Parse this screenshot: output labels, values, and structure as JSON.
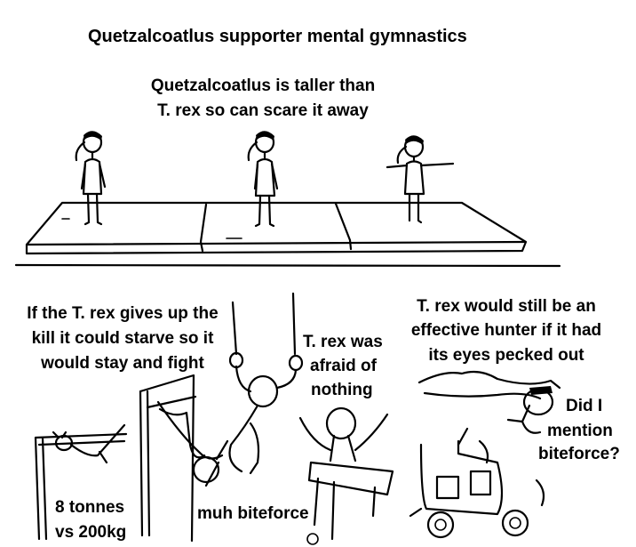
{
  "top_panel": {
    "title": "Quetzalcoatlus supporter mental gymnastics",
    "caption_line1": "Quetzalcoatlus is taller than",
    "caption_line2": "T. rex so can scare it away"
  },
  "bottom_panel": {
    "starve_line1": "If the T. rex gives up the",
    "starve_line2": "kill it could starve so it",
    "starve_line3": "would stay and fight",
    "weight_line1": "8 tonnes",
    "weight_line2": "vs 200kg",
    "biteforce_label": "muh biteforce",
    "afraid_line1": "T. rex was",
    "afraid_line2": "afraid of",
    "afraid_line3": "nothing",
    "hunter_line1": "T. rex would still be an",
    "hunter_line2": "effective hunter if it had",
    "hunter_line3": "its eyes pecked out",
    "mention_line1": "Did I",
    "mention_line2": "mention",
    "mention_line3": "biteforce?"
  }
}
